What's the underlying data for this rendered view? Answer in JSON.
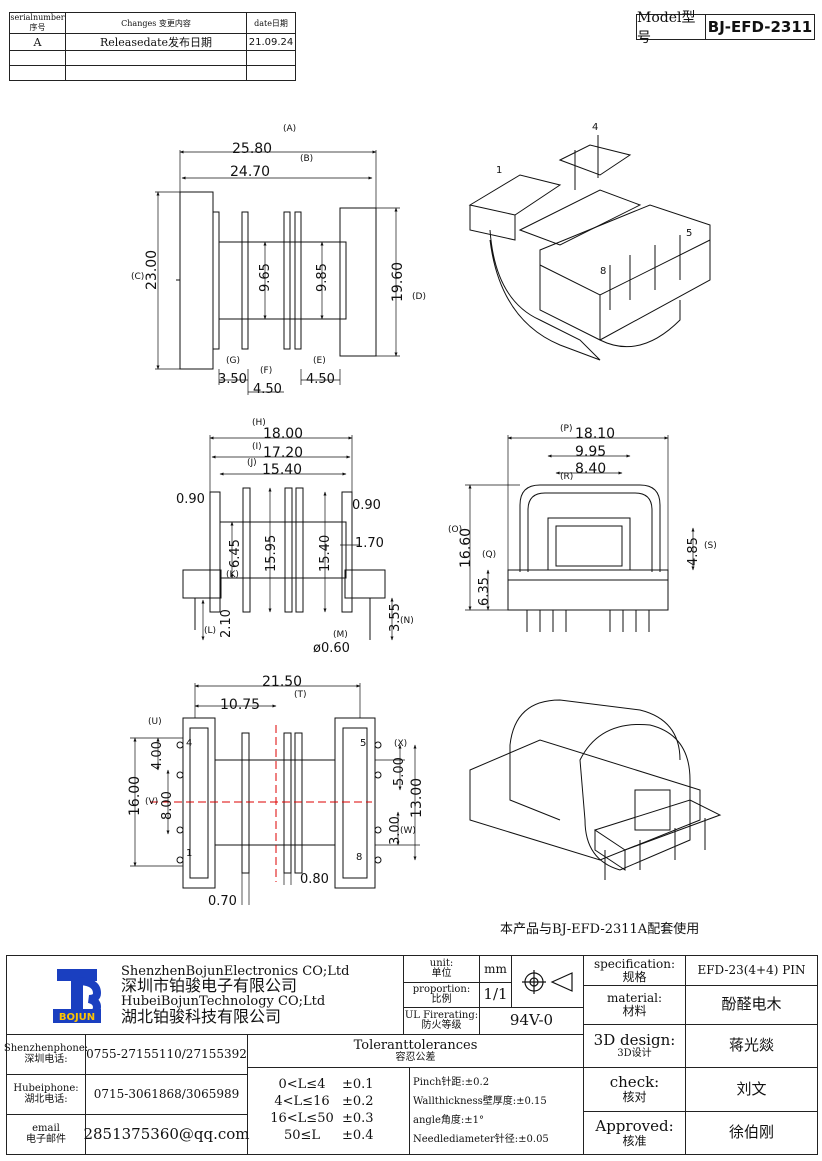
{
  "model": {
    "label": "Model型号",
    "value": "BJ-EFD-2311"
  },
  "revision_table": {
    "headers": [
      "serialnumber序号",
      "Changes 变更内容",
      "date日期"
    ],
    "rows": [
      [
        "A",
        "Releasedate发布日期",
        "21.09.24"
      ],
      [
        "",
        "",
        ""
      ],
      [
        "",
        "",
        ""
      ]
    ]
  },
  "drawing": {
    "pin_numbers": [
      "1",
      "4",
      "5",
      "8",
      "1",
      "4",
      "5",
      "8"
    ],
    "top_view": {
      "dims": [
        "25.80",
        "24.70",
        "23.00",
        "9.65",
        "9.85",
        "19.60",
        "3.50",
        "4.50",
        "4.50"
      ],
      "refs": [
        "(A)",
        "(B)",
        "(C)",
        "(D)",
        "(G)",
        "(F)",
        "(E)"
      ]
    },
    "side_view": {
      "dims": [
        "18.00",
        "17.20",
        "15.40",
        "0.90",
        "0.90",
        "6.45",
        "15.95",
        "15.40",
        "1.70",
        "2.10",
        "3.55",
        "ø0.60"
      ],
      "refs": [
        "(H)",
        "(I)",
        "(J)",
        "(K)",
        "(L)",
        "(M)",
        "(N)"
      ]
    },
    "front_view": {
      "dims": [
        "18.10",
        "9.95",
        "8.40",
        "16.60",
        "6.35",
        "4.85"
      ],
      "refs": [
        "(P)",
        "(R)",
        "(O)",
        "(Q)",
        "(S)"
      ]
    },
    "bottom_view": {
      "dims": [
        "21.50",
        "10.75",
        "4.00",
        "8.00",
        "16.00",
        "5.00",
        "13.00",
        "3.00",
        "0.80",
        "0.70"
      ],
      "refs": [
        "(T)",
        "(U)",
        "(V)",
        "(X)",
        "(W)"
      ]
    }
  },
  "note": "本产品与BJ-EFD-2311A配套使用",
  "company": {
    "logo_text": "BOJUN",
    "name_en_1": "ShenzhenBojunElectronics CO;Ltd",
    "name_cn_1": "深圳市铂骏电子有限公司",
    "name_en_2": "HubeiBojunTechnology CO;Ltd",
    "name_cn_2": "湖北铂骏科技有限公司"
  },
  "contacts": [
    {
      "label_en": "Shenzhenphone:",
      "label_cn": "深圳电话:",
      "value": "0755-27155110/27155392"
    },
    {
      "label_en": "Hubeiphone:",
      "label_cn": "湖北电话:",
      "value": "0715-3061868/3065989"
    },
    {
      "label_en": "email",
      "label_cn": "电子邮件",
      "value": "2851375360@qq.com"
    }
  ],
  "unit": {
    "label_en": "unit:",
    "label_cn": "单位",
    "value": "mm"
  },
  "proportion": {
    "label_en": "proportion:",
    "label_cn": "比例",
    "value": "1/1"
  },
  "ul_fire": {
    "label_en": "UL Firerating:",
    "label_cn": "防火等级",
    "value": "94V-0"
  },
  "tolerance": {
    "title_en": "Toleranttolerances",
    "title_cn": "容忍公差",
    "ranges": [
      {
        "range": "0<L≤4",
        "tol": "±0.1"
      },
      {
        "range": "4<L≤16",
        "tol": "±0.2"
      },
      {
        "range": "16<L≤50",
        "tol": "±0.3"
      },
      {
        "range": "50≤L",
        "tol": "±0.4"
      }
    ],
    "notes": [
      "Pinch针距:±0.2",
      "Wallthickness壁厚度:±0.15",
      "angle角度:±1°",
      "Needlediameter针径:±0.05"
    ]
  },
  "spec": {
    "label_en": "specification:",
    "label_cn": "规格",
    "value": "EFD-23(4+4) PIN"
  },
  "material": {
    "label_en": "material:",
    "label_cn": "材料",
    "value": "酚醛电木"
  },
  "design": {
    "label_en": "3D design:",
    "label_cn": "3D设计",
    "value": "蒋光燚"
  },
  "check": {
    "label_en": "check:",
    "label_cn": "核对",
    "value": "刘文"
  },
  "approved": {
    "label_en": "Approved:",
    "label_cn": "核准",
    "value": "徐伯刚"
  }
}
